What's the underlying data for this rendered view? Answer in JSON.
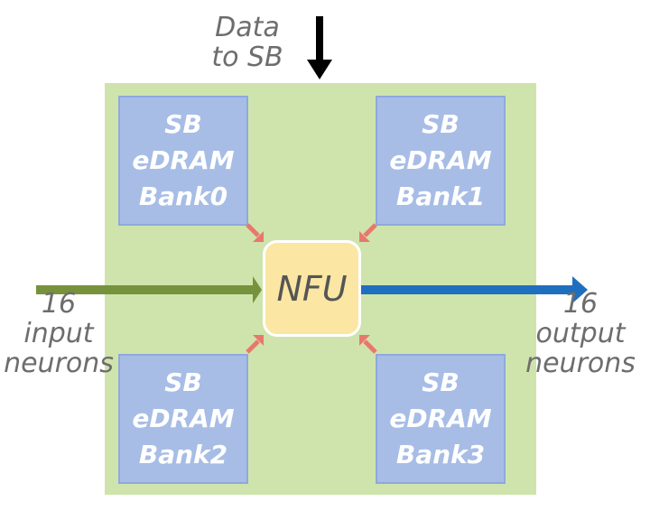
{
  "data_to_sb": [
    "Data",
    "to SB"
  ],
  "banks": [
    [
      "SB",
      "eDRAM",
      "Bank0"
    ],
    [
      "SB",
      "eDRAM",
      "Bank1"
    ],
    [
      "SB",
      "eDRAM",
      "Bank2"
    ],
    [
      "SB",
      "eDRAM",
      "Bank3"
    ]
  ],
  "nfu_label": "NFU",
  "input_label": [
    "16",
    "input",
    "neurons"
  ],
  "output_label": [
    "16",
    "output",
    "neurons"
  ],
  "colors": {
    "tile": "#cfe4ad",
    "bank": "#a7bde6",
    "nfu": "#fbe6a3",
    "input_arrow": "#76923c",
    "output_arrow": "#1f6fbf",
    "bank_arrows": "#e8786e",
    "data_arrow": "#000000"
  }
}
